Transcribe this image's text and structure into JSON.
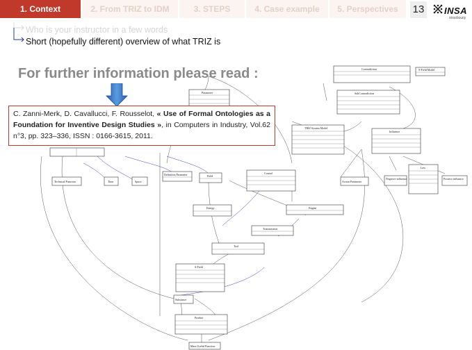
{
  "nav": {
    "tabs": [
      {
        "label": "1. Context",
        "active": true
      },
      {
        "label": "2. From TRIZ to IDM",
        "active": false
      },
      {
        "label": "3. STEPS",
        "active": false
      },
      {
        "label": "4. Case example",
        "active": false
      },
      {
        "label": "5. Perspectives",
        "active": false
      }
    ],
    "page_number": "13",
    "logo": {
      "text": "INSA",
      "sub": "strasbourg"
    },
    "active_color": "#c0392b"
  },
  "outline": {
    "item1": "Who is your instructor in a few words",
    "item2": "Short (hopefully different) overview of what TRIZ is"
  },
  "subtitle": "For further information please read :",
  "citation": {
    "authors": "C. Zanni-Merk, D. Cavallucci, F. Rousselot,",
    "title": "« Use of Formal Ontologies as a Foundation for Inventive Design Studies »",
    "source": ", in Computers in Industry, Vol.62 n°3, pp. 323–336, ISSN : 0166-3615, 2011."
  },
  "arrow_color": "#3a78c8",
  "diagram": {
    "nodes": [
      {
        "label": "Contradiction"
      },
      {
        "label": "S-Field Model"
      },
      {
        "label": "Parameter"
      },
      {
        "label": "SubContradiction"
      },
      {
        "label": "TRIZ System Model"
      },
      {
        "label": "Influence"
      },
      {
        "label": "Technical Function"
      },
      {
        "label": "Time"
      },
      {
        "label": "Space"
      },
      {
        "label": "Definition Parameter"
      },
      {
        "label": "Field"
      },
      {
        "label": "Control"
      },
      {
        "label": "Action Parameter"
      },
      {
        "label": "Negative influence"
      },
      {
        "label": "Positive influence"
      },
      {
        "label": "Law"
      },
      {
        "label": "Energy"
      },
      {
        "label": "Engine"
      },
      {
        "label": "Transmission"
      },
      {
        "label": "Tool"
      },
      {
        "label": "S-Field"
      },
      {
        "label": "Substance"
      },
      {
        "label": "Product"
      },
      {
        "label": "Main Useful Function"
      }
    ]
  }
}
